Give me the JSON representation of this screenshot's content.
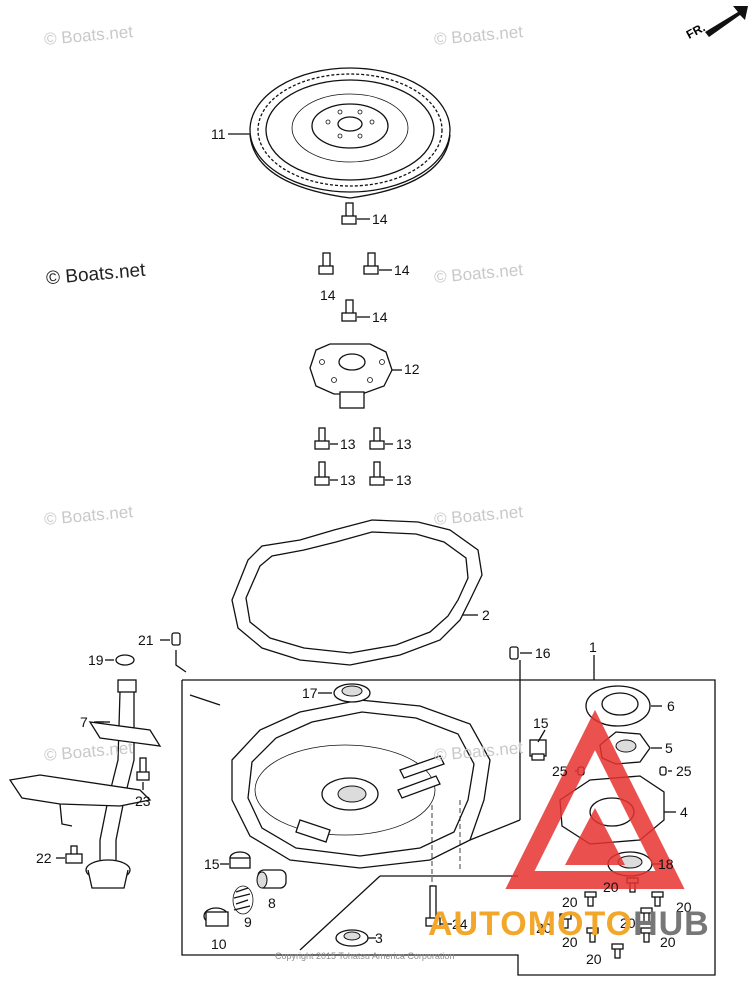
{
  "diagram": {
    "watermark": "© Boats.net",
    "copyright": "Copyright 2015 Tohatsu America Corporation",
    "direction_label": "FR.",
    "logo": {
      "part1": "AUTOMOTO",
      "part2": "HUB",
      "colors": {
        "triangle": "#e7322f",
        "text_orange": "#f3a72a",
        "text_gray": "#777777"
      }
    },
    "callouts": {
      "p11": "11",
      "p14a": "14",
      "p14b": "14",
      "p14c": "14",
      "p14d": "14",
      "p12": "12",
      "p13a": "13",
      "p13b": "13",
      "p13c": "13",
      "p13d": "13",
      "p2": "2",
      "p21": "21",
      "p19": "19",
      "p16": "16",
      "p1": "1",
      "p17": "17",
      "p7": "7",
      "p15a": "15",
      "p6": "6",
      "p5": "5",
      "p25a": "25",
      "p25b": "25",
      "p23": "23",
      "p4": "4",
      "p22": "22",
      "p15b": "15",
      "p18": "18",
      "p8": "8",
      "p9": "9",
      "p10": "10",
      "p24": "24",
      "p3": "3",
      "p20a": "20",
      "p20b": "20",
      "p20c": "20",
      "p20d": "20",
      "p20e": "20",
      "p20f": "20",
      "p20g": "20",
      "p20h": "20"
    }
  }
}
